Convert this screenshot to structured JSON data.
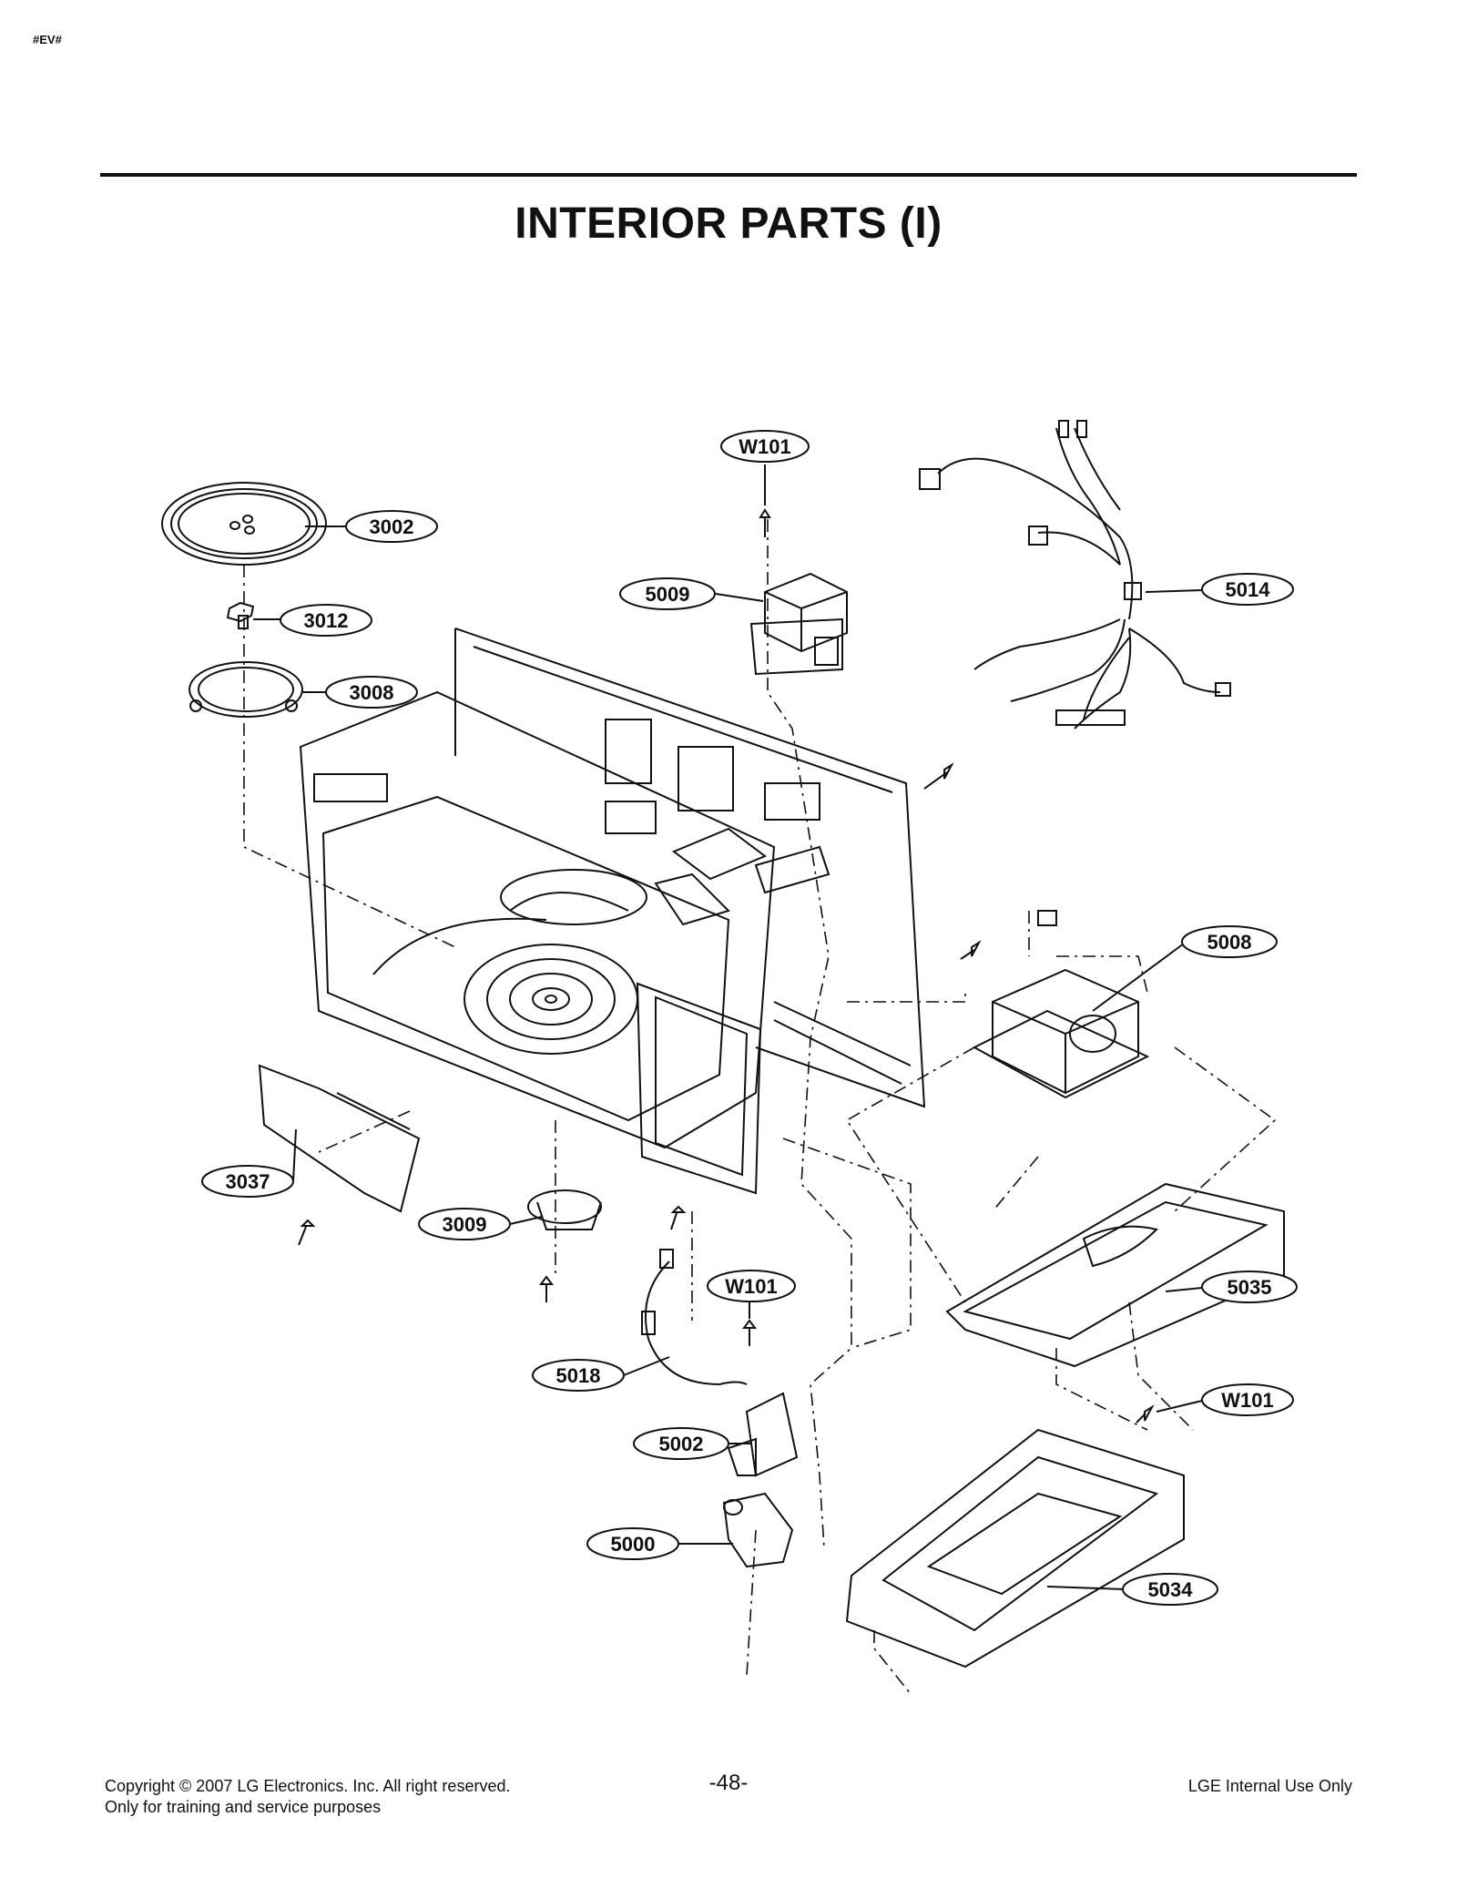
{
  "header": {
    "tag": "#EV#",
    "title": "INTERIOR PARTS (I)"
  },
  "callouts": [
    {
      "id": "W101",
      "label": "W101"
    },
    {
      "id": "3002",
      "label": "3002"
    },
    {
      "id": "5009",
      "label": "5009"
    },
    {
      "id": "5014",
      "label": "5014"
    },
    {
      "id": "3012",
      "label": "3012"
    },
    {
      "id": "3008",
      "label": "3008"
    },
    {
      "id": "5008",
      "label": "5008"
    },
    {
      "id": "3037",
      "label": "3037"
    },
    {
      "id": "3009",
      "label": "3009"
    },
    {
      "id": "W101b",
      "label": "W101"
    },
    {
      "id": "5035",
      "label": "5035"
    },
    {
      "id": "5018",
      "label": "5018"
    },
    {
      "id": "W101c",
      "label": "W101"
    },
    {
      "id": "5002",
      "label": "5002"
    },
    {
      "id": "5000",
      "label": "5000"
    },
    {
      "id": "5034",
      "label": "5034"
    }
  ],
  "footer": {
    "copyright": "Copyright © 2007 LG Electronics. Inc. All right reserved.",
    "purpose": "Only for training and service purposes",
    "page_number": "-48-",
    "internal": "LGE Internal Use Only"
  }
}
